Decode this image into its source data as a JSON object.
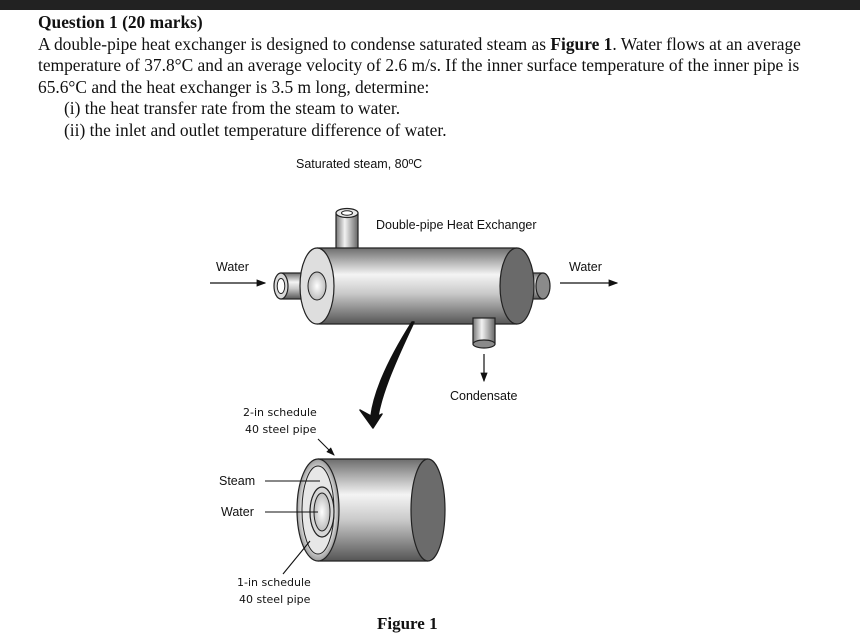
{
  "question": {
    "title": "Question 1 (20 marks)",
    "para_before_bold": "A double-pipe heat exchanger is designed to condense saturated steam as ",
    "para_bold": "Figure 1",
    "para_after_bold": ". Water flows at an average temperature of 37.8°C and an average velocity of 2.6 m/s. If the inner surface temperature of the inner pipe is 65.6°C and the heat exchanger is 3.5 m long, determine:",
    "items": [
      "(i)  the heat transfer rate from the steam to water.",
      "(ii) the inlet and outlet temperature difference of water."
    ]
  },
  "figure": {
    "steam_label": "Saturated steam, 80ºC",
    "exchanger_label": "Double-pipe Heat Exchanger",
    "water_in_label": "Water",
    "water_out_label": "Water",
    "condensate_label": "Condensate",
    "outer_pipe_label_1": "2-in schedule",
    "outer_pipe_label_2": "40 steel pipe",
    "steam_section_label": "Steam",
    "water_section_label": "Water",
    "inner_pipe_label_1": "1-in schedule",
    "inner_pipe_label_2": "40 steel pipe",
    "caption": "Figure 1"
  }
}
